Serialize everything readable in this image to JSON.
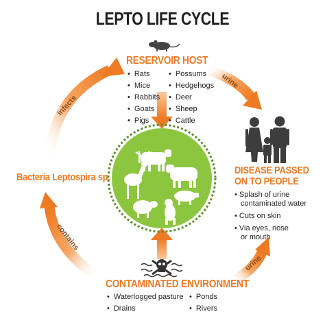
{
  "title": "LEPTO LIFE CYCLE",
  "reservoir": {
    "heading": "RESERVOIR HOST",
    "col1": [
      "Rats",
      "Mice",
      "Rabbits",
      "Goats",
      "Pigs"
    ],
    "col2": [
      "Possums",
      "Hedgehogs",
      "Deer",
      "Sheep",
      "Cattle"
    ]
  },
  "disease": {
    "heading_line1": "DISEASE PASSED",
    "heading_line2": "ON TO PEOPLE",
    "items": [
      [
        "Splash of urine",
        "contaminated water"
      ],
      [
        "Cuts on skin"
      ],
      [
        "Via eyes, nose",
        "or mouth"
      ]
    ]
  },
  "bacteria": {
    "label": "Bacteria Leptospira sp."
  },
  "environment": {
    "heading": "CONTAMINATED ENVIRONMENT",
    "col1": [
      "Waterlogged pasture",
      "Drains"
    ],
    "col2": [
      "Ponds",
      "Rivers"
    ]
  },
  "arrows": {
    "infects": "infects",
    "urine_top": "urine",
    "urine_bottom": "urine",
    "contains": "contains"
  },
  "colors": {
    "accent": "#ee7a23",
    "circle": "#8cc63f",
    "people": "#3d3d3d"
  },
  "icons": [
    "rat-icon",
    "people-family-icon",
    "skull-crossbones-icon",
    "deer-icon",
    "cow-icon",
    "sheep-icon",
    "dog-icon",
    "pig-icon"
  ]
}
